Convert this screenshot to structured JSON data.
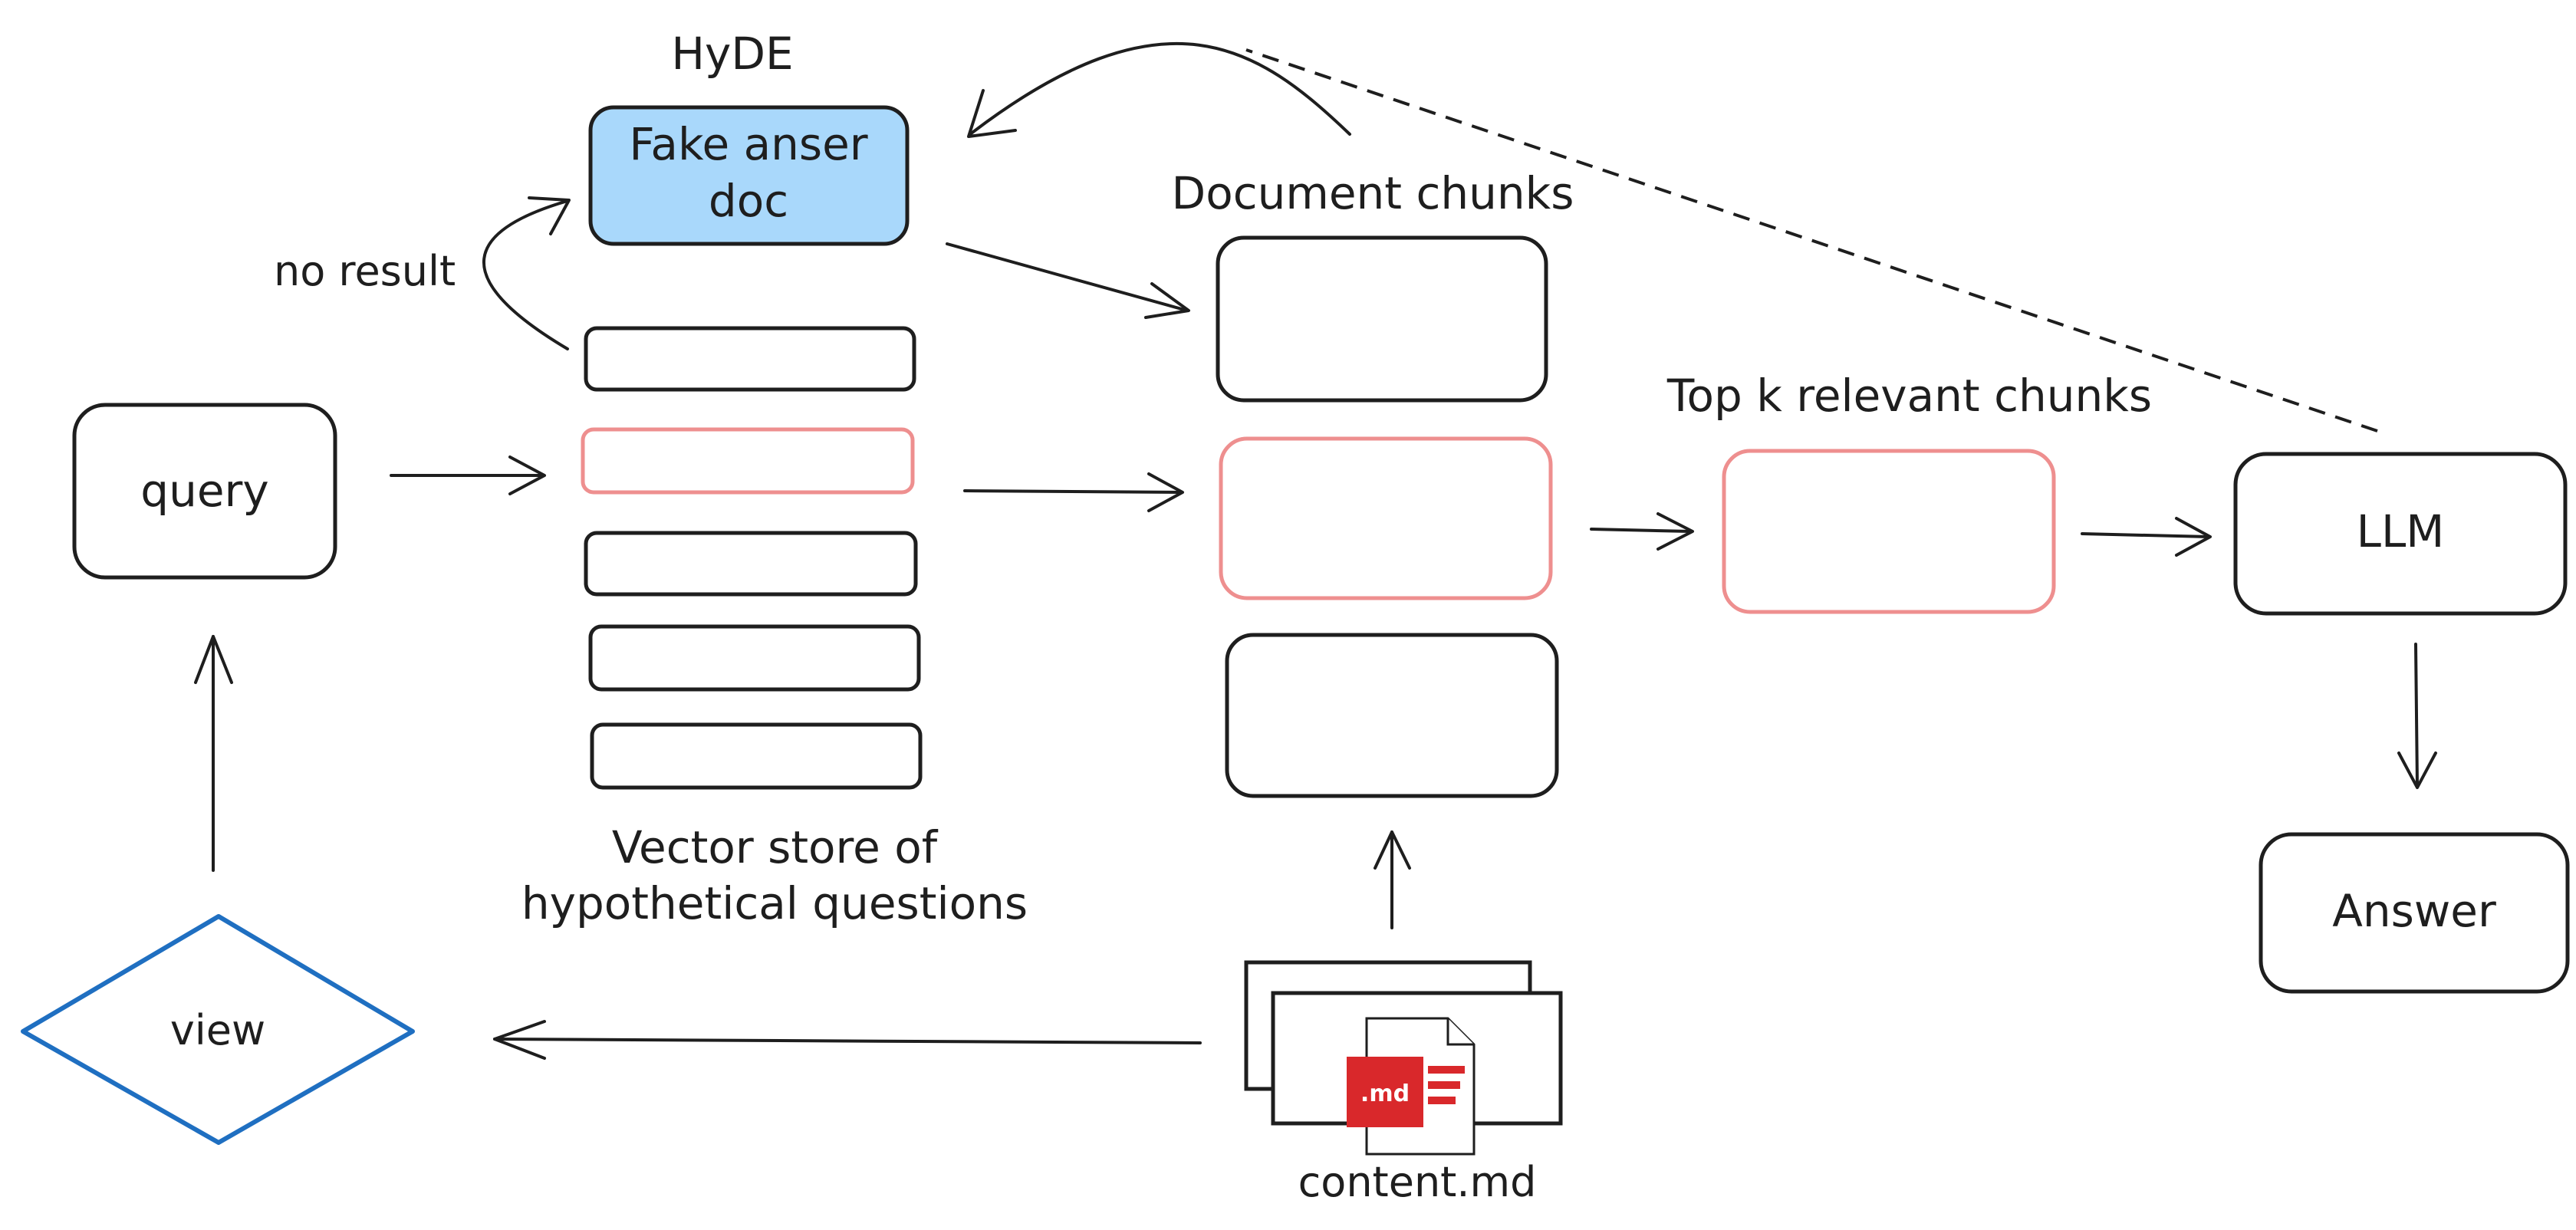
{
  "labels": {
    "hyde": "HyDE",
    "fake_answer_doc_line1": "Fake anser",
    "fake_answer_doc_line2": "doc",
    "no_result": "no result",
    "query": "query",
    "vector_store_line1": "Vector store of",
    "vector_store_line2": "hypothetical questions",
    "document_chunks": "Document chunks",
    "top_k": "Top k relevant chunks",
    "llm": "LLM",
    "answer": "Answer",
    "view": "view",
    "file_badge": ".md",
    "content_file": "content.md"
  },
  "colors": {
    "stroke": "#1e1e1e",
    "highlight_red": "#ee8f8f",
    "hyde_fill": "#a9d8fb",
    "view_blue": "#1f6fc1",
    "md_red": "#d9282b"
  }
}
